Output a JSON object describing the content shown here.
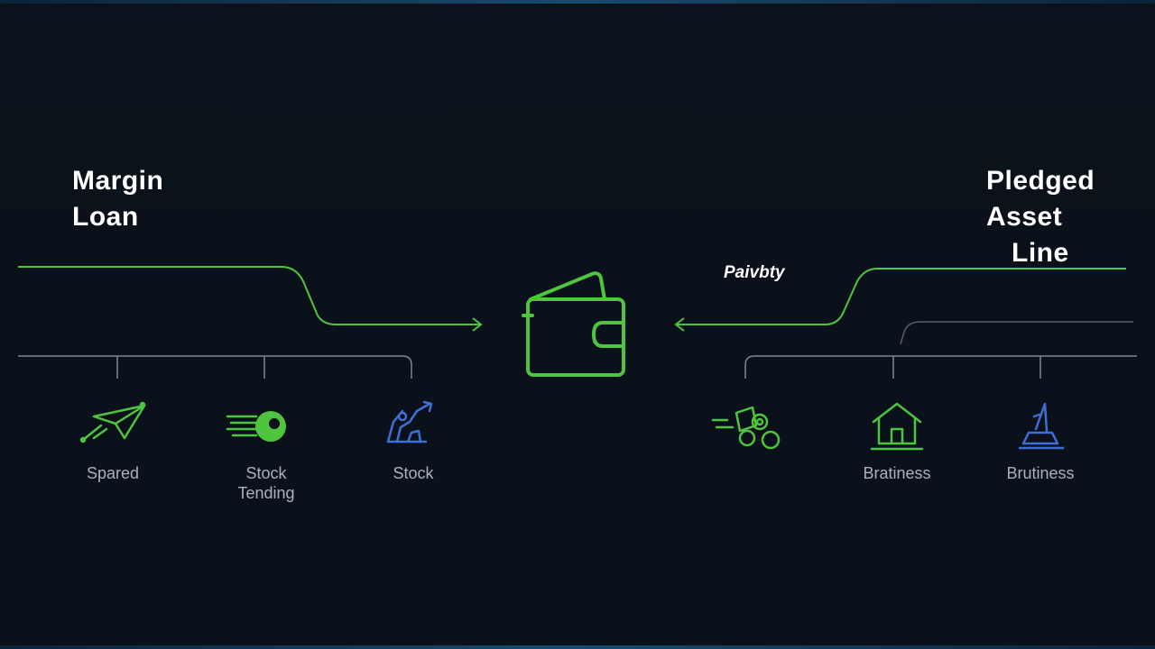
{
  "left_title": {
    "line1": "Margin",
    "line2": "Loan"
  },
  "right_title": {
    "line1": "Pledged",
    "line2": "Asset",
    "line3": "Line"
  },
  "flow_label": "Paivbty",
  "left_items": [
    {
      "label": "Spared",
      "icon": "paper-plane-icon"
    },
    {
      "label_line1": "Stock",
      "label_line2": "Tending",
      "icon": "speeding-coin-icon"
    },
    {
      "label": "Stock",
      "icon": "chart-hand-icon"
    }
  ],
  "right_items": [
    {
      "label": "",
      "icon": "cash-coins-icon"
    },
    {
      "label": "Bratiness",
      "icon": "house-icon"
    },
    {
      "label": "Brutiness",
      "icon": "trophy-icon"
    }
  ],
  "center_icon": "wallet-icon",
  "colors": {
    "background": "#0a111a",
    "green": "#4fc43f",
    "blue": "#3f6fd6",
    "line_gray": "#7d8794",
    "text_white": "#ffffff",
    "text_gray": "#a9b2bc"
  }
}
